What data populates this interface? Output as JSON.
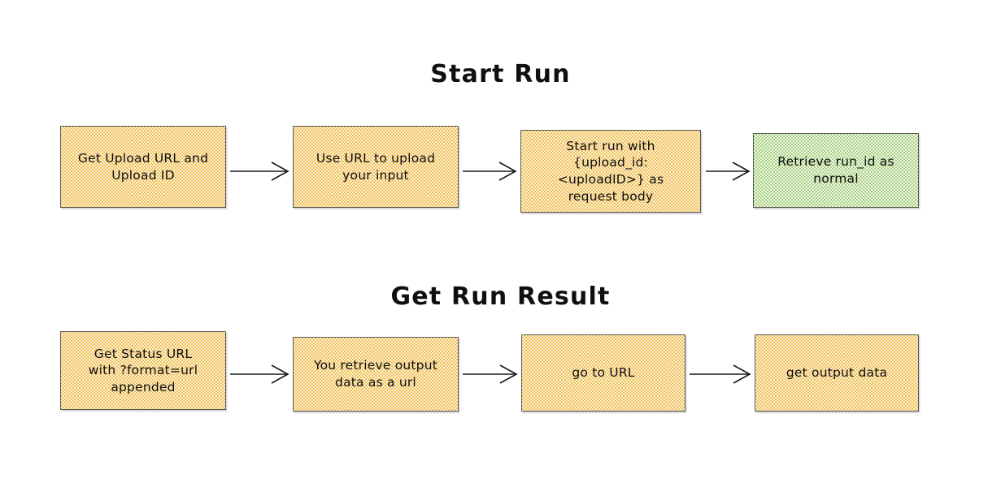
{
  "diagram": {
    "type": "flowchart",
    "background_color": "#ffffff",
    "text_color": "#0d0d0d",
    "box_border_color": "#5a5a52",
    "amber_fill_color": "#f2c25a",
    "green_fill_color": "#a8d183",
    "arrow_color": "#17181a",
    "sections": [
      {
        "title": "Start Run",
        "nodes": [
          {
            "id": "get-upload-url-and-upload-id",
            "label": "Get Upload URL and\nUpload ID",
            "fill": "amber"
          },
          {
            "id": "use-url-to-upload-your-input",
            "label": "Use URL to upload\nyour input",
            "fill": "amber"
          },
          {
            "id": "start-run-with-upload-id",
            "label": "Start run with\n{upload_id:\n<uploadID>} as\nrequest body",
            "fill": "amber"
          },
          {
            "id": "retrieve-run-id-as-normal",
            "label": "Retrieve run_id as\nnormal",
            "fill": "green"
          }
        ],
        "arrows": [
          {
            "from": "get-upload-url-and-upload-id",
            "to": "use-url-to-upload-your-input"
          },
          {
            "from": "use-url-to-upload-your-input",
            "to": "start-run-with-upload-id"
          },
          {
            "from": "start-run-with-upload-id",
            "to": "retrieve-run-id-as-normal"
          }
        ]
      },
      {
        "title": "Get Run Result",
        "nodes": [
          {
            "id": "get-status-url-with-format-url-appended",
            "label": "Get Status URL\nwith ?format=url\nappended",
            "fill": "amber"
          },
          {
            "id": "you-retrieve-output-data-as-a-url",
            "label": "You retrieve output\ndata as a url",
            "fill": "amber"
          },
          {
            "id": "go-to-url",
            "label": "go to URL",
            "fill": "amber"
          },
          {
            "id": "get-output-data",
            "label": "get output data",
            "fill": "amber"
          }
        ],
        "arrows": [
          {
            "from": "get-status-url-with-format-url-appended",
            "to": "you-retrieve-output-data-as-a-url"
          },
          {
            "from": "you-retrieve-output-data-as-a-url",
            "to": "go-to-url"
          },
          {
            "from": "go-to-url",
            "to": "get-output-data"
          }
        ]
      }
    ]
  }
}
